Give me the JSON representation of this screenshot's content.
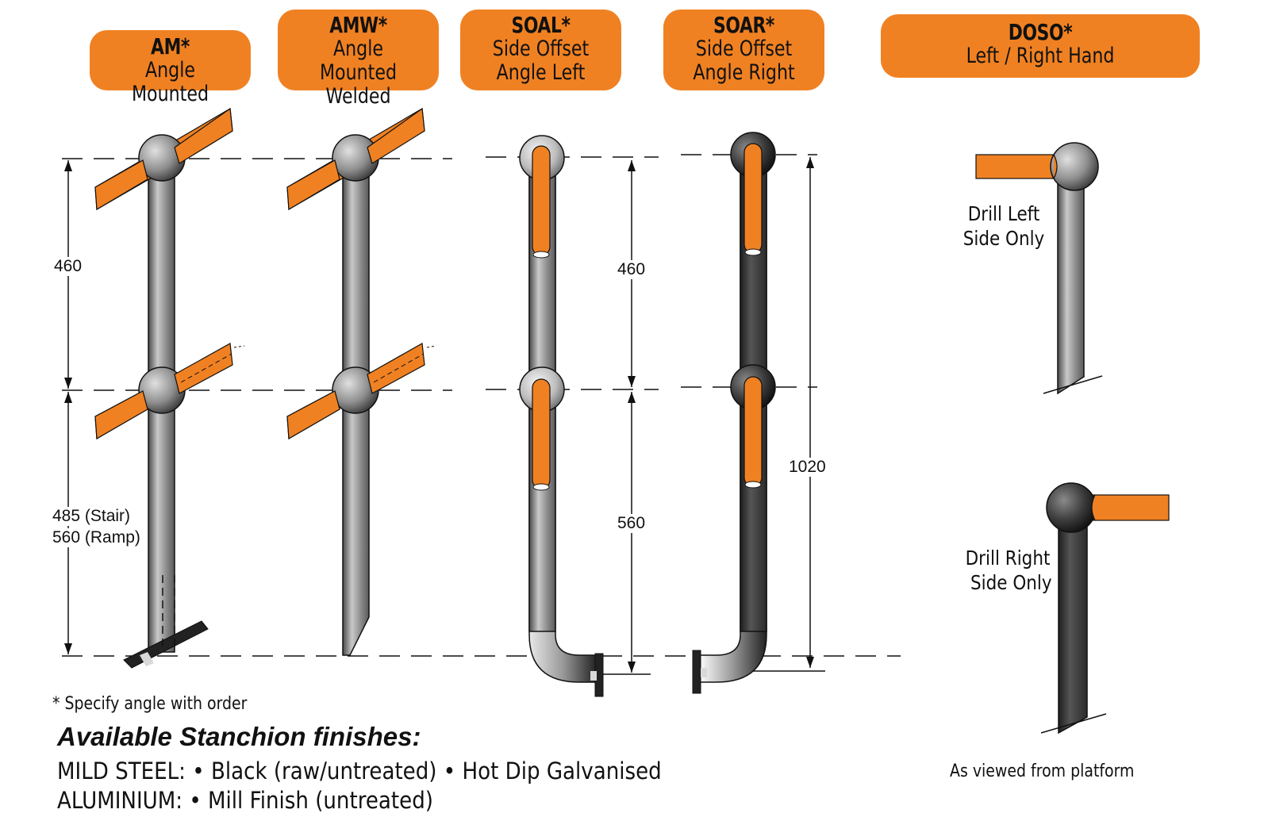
{
  "headers": [
    {
      "code": "AM*",
      "line1": "Angle Mounted",
      "line2": ""
    },
    {
      "code": "AMW*",
      "line1": "Angle Mounted",
      "line2": "Welded"
    },
    {
      "code": "SOAL*",
      "line1": "Side Offset",
      "line2": "Angle Left"
    },
    {
      "code": "SOAR*",
      "line1": "Side Offset",
      "line2": "Angle Right"
    },
    {
      "code": "DOSO*",
      "line1": "Left / Right Hand",
      "line2": ""
    }
  ],
  "dimensions": {
    "am_upper": "460",
    "am_lower_stair": "485 (Stair)",
    "am_lower_ramp": "560 (Ramp)",
    "soal_upper": "460",
    "soal_lower": "560",
    "soar_total": "1020"
  },
  "drill": {
    "left_line1": "Drill Left",
    "left_line2": "Side Only",
    "right_line1": "Drill Right",
    "right_line2": "Side Only",
    "viewed_note": "As viewed from platform"
  },
  "footnote": "* Specify angle with order",
  "finishes": {
    "title": "Available Stanchion finishes:",
    "mild_steel": "MILD STEEL: • Black (raw/untreated) • Hot Dip Galvanised",
    "aluminium": "ALUMINIUM: • Mill Finish (untreated)"
  },
  "colors": {
    "accent_orange": "#F08122",
    "steel_grey": "#8a8a8a",
    "dark_steel": "#3a3a3a",
    "line": "#111111"
  }
}
